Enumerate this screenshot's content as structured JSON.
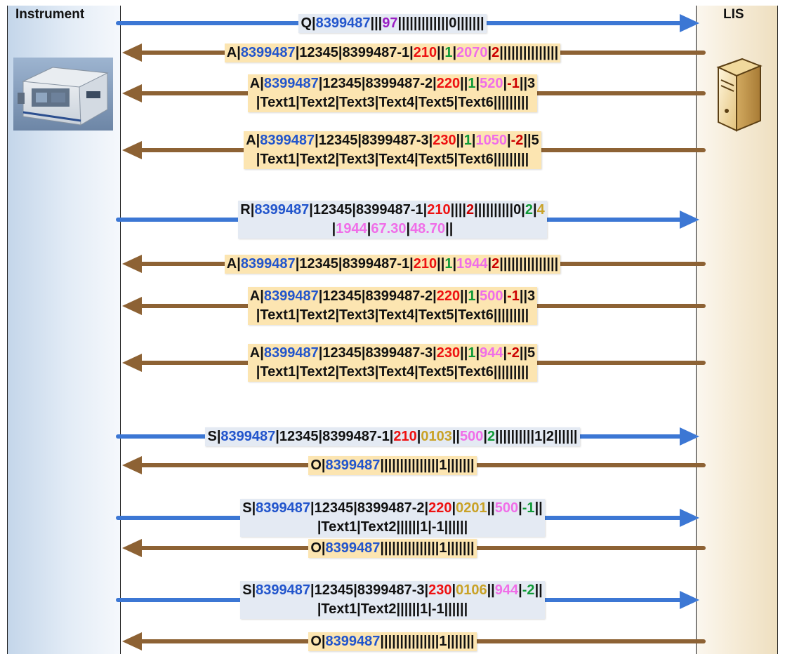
{
  "lanes": {
    "instrument": "Instrument",
    "lis": "LIS"
  },
  "colors": {
    "to_lis_arrow": "#3c77d4",
    "to_instrument_arrow": "#8d6234",
    "black": "#111111",
    "blue": "#2255cc",
    "purple": "#9a1fc4",
    "red": "#ee1111",
    "green": "#109a37",
    "pink": "#f06ee8",
    "dark_red": "#cc0000",
    "gold": "#c9a227"
  },
  "messages": [
    {
      "direction": "to_lis",
      "lines": [
        [
          [
            "Q|",
            "black"
          ],
          [
            "8399487",
            "blue"
          ],
          [
            "|||",
            "black"
          ],
          [
            "97",
            "purple"
          ],
          [
            "|||||||||||||0|||||||",
            "black"
          ]
        ]
      ]
    },
    {
      "direction": "to_instrument",
      "lines": [
        [
          [
            "A|",
            "black"
          ],
          [
            "8399487",
            "blue"
          ],
          [
            "|12345|8399487-1|",
            "black"
          ],
          [
            "210",
            "red"
          ],
          [
            "||",
            "black"
          ],
          [
            "1",
            "green"
          ],
          [
            "|",
            "black"
          ],
          [
            "2070",
            "pink"
          ],
          [
            "|",
            "black"
          ],
          [
            "2",
            "dark_red"
          ],
          [
            "|||||||||||||||",
            "black"
          ]
        ]
      ]
    },
    {
      "direction": "to_instrument",
      "lines": [
        [
          [
            "A|",
            "black"
          ],
          [
            "8399487",
            "blue"
          ],
          [
            "|12345|8399487-2|",
            "black"
          ],
          [
            "220",
            "red"
          ],
          [
            "||",
            "black"
          ],
          [
            "1",
            "green"
          ],
          [
            "|",
            "black"
          ],
          [
            "520",
            "pink"
          ],
          [
            "|",
            "black"
          ],
          [
            "-1",
            "dark_red"
          ],
          [
            "||3",
            "black"
          ]
        ],
        [
          [
            "|Text1|Text2|Text3|Text4|Text5|Text6|||||||||",
            "black"
          ]
        ]
      ]
    },
    {
      "direction": "to_instrument",
      "lines": [
        [
          [
            "A|",
            "black"
          ],
          [
            "8399487",
            "blue"
          ],
          [
            "|12345|8399487-3|",
            "black"
          ],
          [
            "230",
            "red"
          ],
          [
            "||",
            "black"
          ],
          [
            "1",
            "green"
          ],
          [
            "|",
            "black"
          ],
          [
            "1050",
            "pink"
          ],
          [
            "|",
            "black"
          ],
          [
            "-2",
            "dark_red"
          ],
          [
            "||5",
            "black"
          ]
        ],
        [
          [
            "|Text1|Text2|Text3|Text4|Text5|Text6|||||||||",
            "black"
          ]
        ]
      ]
    },
    {
      "direction": "to_lis",
      "lines": [
        [
          [
            "R|",
            "black"
          ],
          [
            "8399487",
            "blue"
          ],
          [
            "|12345|8399487-1|",
            "black"
          ],
          [
            "210",
            "red"
          ],
          [
            "||||",
            "black"
          ],
          [
            "2",
            "dark_red"
          ],
          [
            "||||||||||0|",
            "black"
          ],
          [
            "2",
            "green"
          ],
          [
            "|",
            "black"
          ],
          [
            "4",
            "gold"
          ]
        ],
        [
          [
            "|",
            "black"
          ],
          [
            "1944",
            "pink"
          ],
          [
            "|",
            "black"
          ],
          [
            "67.30",
            "pink"
          ],
          [
            "|",
            "black"
          ],
          [
            "48.70",
            "pink"
          ],
          [
            "||",
            "black"
          ]
        ]
      ]
    },
    {
      "direction": "to_instrument",
      "lines": [
        [
          [
            "A|",
            "black"
          ],
          [
            "8399487",
            "blue"
          ],
          [
            "|12345|8399487-1|",
            "black"
          ],
          [
            "210",
            "red"
          ],
          [
            "||",
            "black"
          ],
          [
            "1",
            "green"
          ],
          [
            "|",
            "black"
          ],
          [
            "1944",
            "pink"
          ],
          [
            "|",
            "black"
          ],
          [
            "2",
            "dark_red"
          ],
          [
            "|||||||||||||||",
            "black"
          ]
        ]
      ]
    },
    {
      "direction": "to_instrument",
      "lines": [
        [
          [
            "A|",
            "black"
          ],
          [
            "8399487",
            "blue"
          ],
          [
            "|12345|8399487-2|",
            "black"
          ],
          [
            "220",
            "red"
          ],
          [
            "||",
            "black"
          ],
          [
            "1",
            "green"
          ],
          [
            "|",
            "black"
          ],
          [
            "500",
            "pink"
          ],
          [
            "|",
            "black"
          ],
          [
            "-1",
            "dark_red"
          ],
          [
            "||3",
            "black"
          ]
        ],
        [
          [
            "|Text1|Text2|Text3|Text4|Text5|Text6|||||||||",
            "black"
          ]
        ]
      ]
    },
    {
      "direction": "to_instrument",
      "lines": [
        [
          [
            "A|",
            "black"
          ],
          [
            "8399487",
            "blue"
          ],
          [
            "|12345|8399487-3|",
            "black"
          ],
          [
            "230",
            "red"
          ],
          [
            "||",
            "black"
          ],
          [
            "1",
            "green"
          ],
          [
            "|",
            "black"
          ],
          [
            "944",
            "pink"
          ],
          [
            "|",
            "black"
          ],
          [
            "-2",
            "dark_red"
          ],
          [
            "||5",
            "black"
          ]
        ],
        [
          [
            "|Text1|Text2|Text3|Text4|Text5|Text6|||||||||",
            "black"
          ]
        ]
      ]
    },
    {
      "direction": "to_lis",
      "lines": [
        [
          [
            "S|",
            "black"
          ],
          [
            "8399487",
            "blue"
          ],
          [
            "|12345|8399487-1|",
            "black"
          ],
          [
            "210",
            "red"
          ],
          [
            "|",
            "black"
          ],
          [
            "0103",
            "gold"
          ],
          [
            "||",
            "black"
          ],
          [
            "500",
            "pink"
          ],
          [
            "|",
            "black"
          ],
          [
            "2",
            "green"
          ],
          [
            "||||||||||1|2||||||",
            "black"
          ]
        ]
      ]
    },
    {
      "direction": "to_instrument",
      "lines": [
        [
          [
            "O|",
            "black"
          ],
          [
            "8399487",
            "blue"
          ],
          [
            "|||||||||||||||1|||||||",
            "black"
          ]
        ]
      ]
    },
    {
      "direction": "to_lis",
      "lines": [
        [
          [
            "S|",
            "black"
          ],
          [
            "8399487",
            "blue"
          ],
          [
            "|12345|8399487-2|",
            "black"
          ],
          [
            "220",
            "red"
          ],
          [
            "|",
            "black"
          ],
          [
            "0201",
            "gold"
          ],
          [
            "||",
            "black"
          ],
          [
            "500",
            "pink"
          ],
          [
            "|",
            "black"
          ],
          [
            "-1",
            "green"
          ],
          [
            "||",
            "black"
          ]
        ],
        [
          [
            "|Text1|Text2||||||1|-1||||||",
            "black"
          ]
        ]
      ]
    },
    {
      "direction": "to_instrument",
      "lines": [
        [
          [
            "O|",
            "black"
          ],
          [
            "8399487",
            "blue"
          ],
          [
            "|||||||||||||||1|||||||",
            "black"
          ]
        ]
      ]
    },
    {
      "direction": "to_lis",
      "lines": [
        [
          [
            "S|",
            "black"
          ],
          [
            "8399487",
            "blue"
          ],
          [
            "|12345|8399487-3|",
            "black"
          ],
          [
            "230",
            "red"
          ],
          [
            "|",
            "black"
          ],
          [
            "0106",
            "gold"
          ],
          [
            "||",
            "black"
          ],
          [
            "944",
            "pink"
          ],
          [
            "|",
            "black"
          ],
          [
            "-2",
            "green"
          ],
          [
            "||",
            "black"
          ]
        ],
        [
          [
            "|Text1|Text2||||||1|-1||||||",
            "black"
          ]
        ]
      ]
    },
    {
      "direction": "to_instrument",
      "lines": [
        [
          [
            "O|",
            "black"
          ],
          [
            "8399487",
            "blue"
          ],
          [
            "|||||||||||||||1|||||||",
            "black"
          ]
        ]
      ]
    }
  ]
}
